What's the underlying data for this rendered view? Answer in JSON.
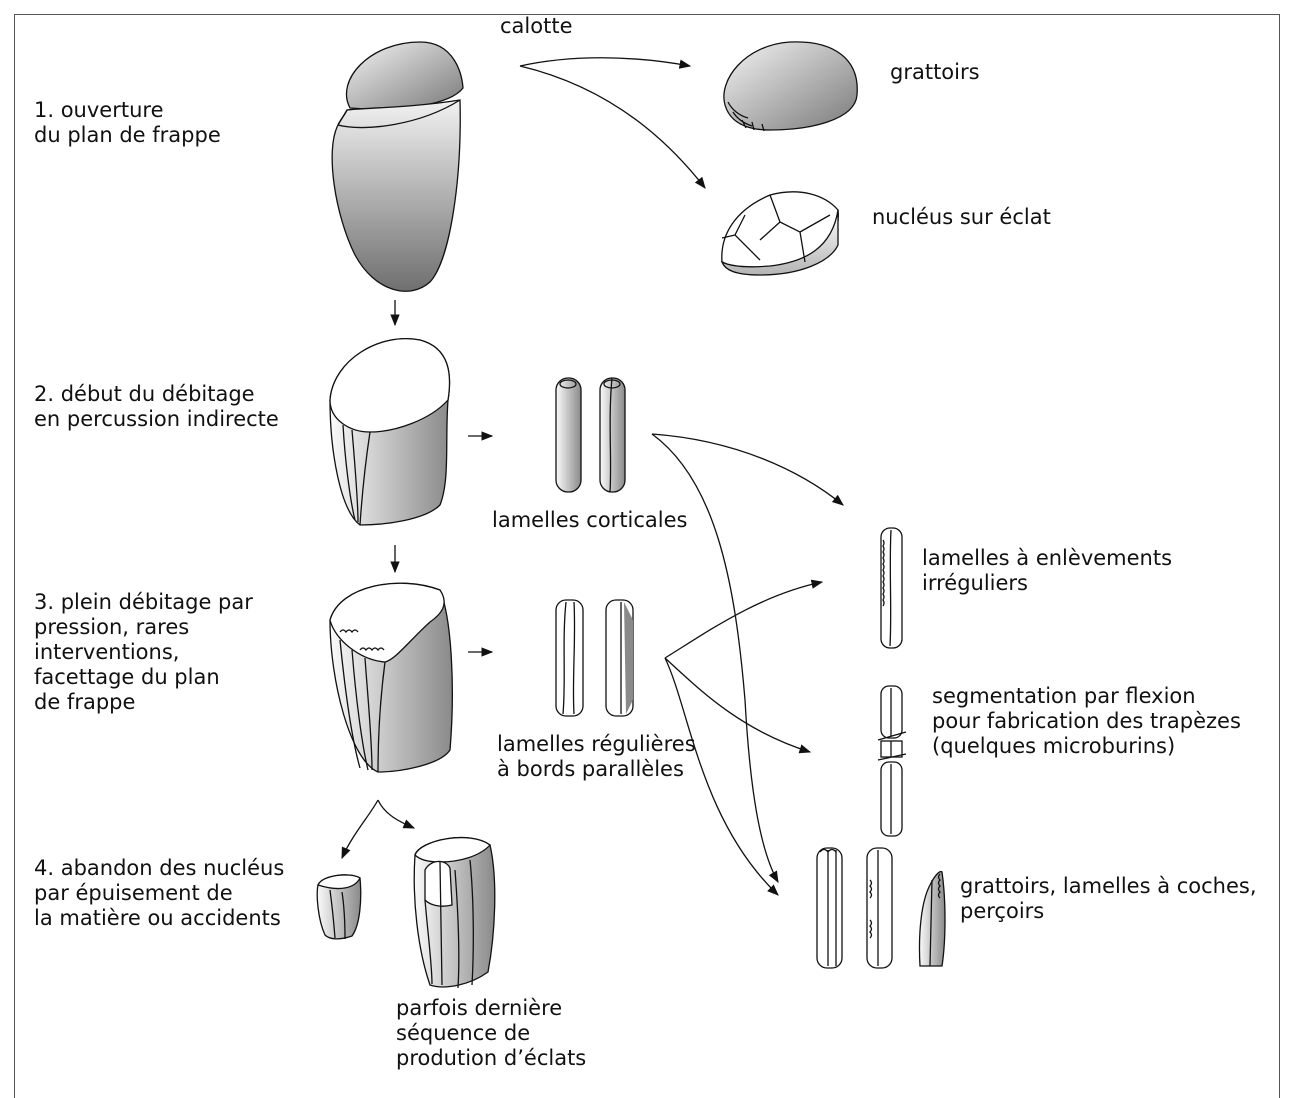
{
  "labels": {
    "calotte": "calotte",
    "grattoirs_top": "grattoirs",
    "nucleus_eclat": "nucléus sur éclat",
    "lamelles_corticales": "lamelles corticales",
    "lamelles_enlevements": [
      "lamelles à enlèvements",
      "irréguliers"
    ],
    "segmentation": [
      "segmentation par flexion",
      "pour fabrication des trapèzes",
      "(quelques microburins)"
    ],
    "lamelles_regulieres": [
      "lamelles régulières",
      "à bords parallèles"
    ],
    "grattoirs_coches": [
      "grattoirs, lamelles à coches,",
      "perçoirs"
    ],
    "parfois": [
      "parfois dernière",
      "séquence de",
      "prodution d’éclats"
    ]
  },
  "steps": [
    {
      "lines": [
        "1. ouverture",
        "du plan de frappe"
      ]
    },
    {
      "lines": [
        "2. début du débitage",
        "en percussion indirecte"
      ]
    },
    {
      "lines": [
        "3. plein débitage par",
        "pression, rares",
        "interventions,",
        "facettage du plan",
        "de frappe"
      ]
    },
    {
      "lines": [
        "4. abandon des nucléus",
        "par épuisement de",
        "la matière ou accidents"
      ]
    }
  ],
  "colors": {
    "line": "#111111",
    "shade_dark": "#7a7a7a",
    "shade_light": "#f4f4f4"
  }
}
